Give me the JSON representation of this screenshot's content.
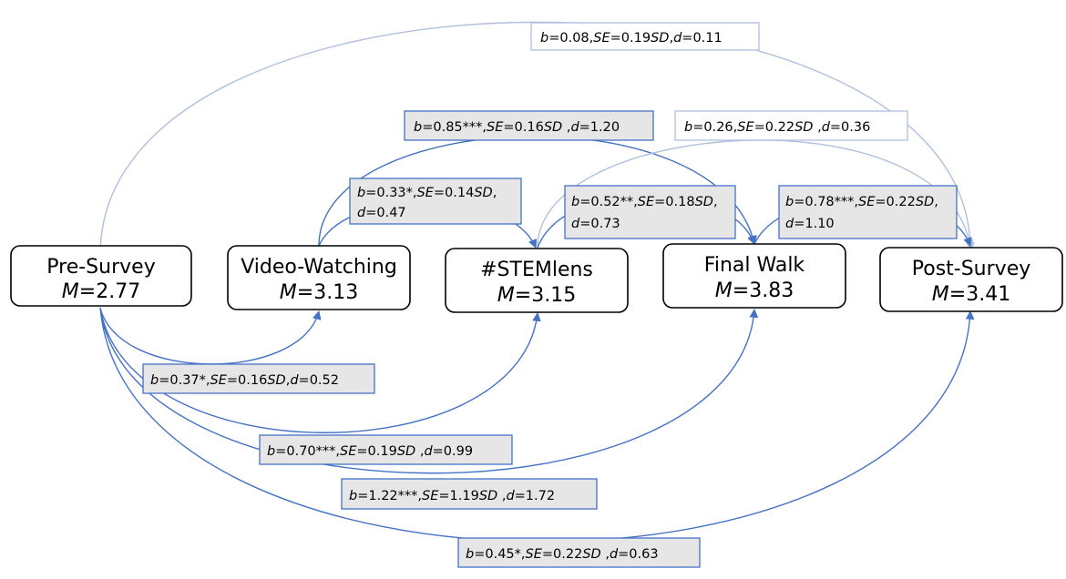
{
  "colors": {
    "edge_strong": "#4472C4",
    "edge_light": "#AFC0DE",
    "label_fill": "#E6E6E6",
    "label_border": "#4472C4",
    "label_border_light": "#AFC0DE",
    "node_border": "#000000"
  },
  "nodes": [
    {
      "id": "pre",
      "name": "Pre-Survey",
      "mean_prefix": "M",
      "mean_value": "=2.77"
    },
    {
      "id": "video",
      "name": "Video-Watching",
      "mean_prefix": "M",
      "mean_value": "=3.13"
    },
    {
      "id": "stem",
      "name": "#STEMlens",
      "mean_prefix": "M",
      "mean_value": "=3.15"
    },
    {
      "id": "final",
      "name": "Final Walk",
      "mean_prefix": "M",
      "mean_value": "=3.83"
    },
    {
      "id": "post",
      "name": "Post-Survey",
      "mean_prefix": "M",
      "mean_value": "=3.41"
    }
  ],
  "edges": [
    {
      "id": "pre-post",
      "from": "Pre-Survey",
      "to": "Post-Survey",
      "b": "0.08",
      "se": "=0.19",
      "d": "=0.11"
    },
    {
      "id": "video-final",
      "from": "Video-Watching",
      "to": "Final Walk",
      "b": "0.85***",
      "se": "=0.16",
      "d": "=1.20"
    },
    {
      "id": "stem-post",
      "from": "#STEMlens",
      "to": "Post-Survey",
      "b": "0.26",
      "se": "=0.22",
      "d": "=0.36"
    },
    {
      "id": "video-stem",
      "from": "Video-Watching",
      "to": "#STEMlens",
      "b": "0.33*",
      "se": "=0.14",
      "d": "=0.47"
    },
    {
      "id": "stem-final",
      "from": "#STEMlens",
      "to": "Final Walk",
      "b": "0.52**",
      "se": "=0.18",
      "d": "=0.73"
    },
    {
      "id": "final-post",
      "from": "Final Walk",
      "to": "Post-Survey",
      "b": "0.78***",
      "se": "=0.22",
      "d": "=1.10"
    },
    {
      "id": "pre-video",
      "from": "Pre-Survey",
      "to": "Video-Watching",
      "b": "0.37*",
      "se": "=0.16",
      "d": "=0.52"
    },
    {
      "id": "pre-stem",
      "from": "Pre-Survey",
      "to": "#STEMlens",
      "b": "0.70***",
      "se": "=0.19",
      "d": "=0.99"
    },
    {
      "id": "pre-final",
      "from": "Pre-Survey",
      "to": "Final Walk",
      "b": "1.22***",
      "se": "=1.19",
      "d": "=1.72"
    },
    {
      "id": "pre-post-bottom",
      "from": "Pre-Survey",
      "to": "Post-Survey",
      "b": "0.45*",
      "se": "=0.22",
      "d": "=0.63"
    }
  ],
  "symbols": {
    "b": "b",
    "se": "SE",
    "sd": "SD",
    "d": "d"
  }
}
